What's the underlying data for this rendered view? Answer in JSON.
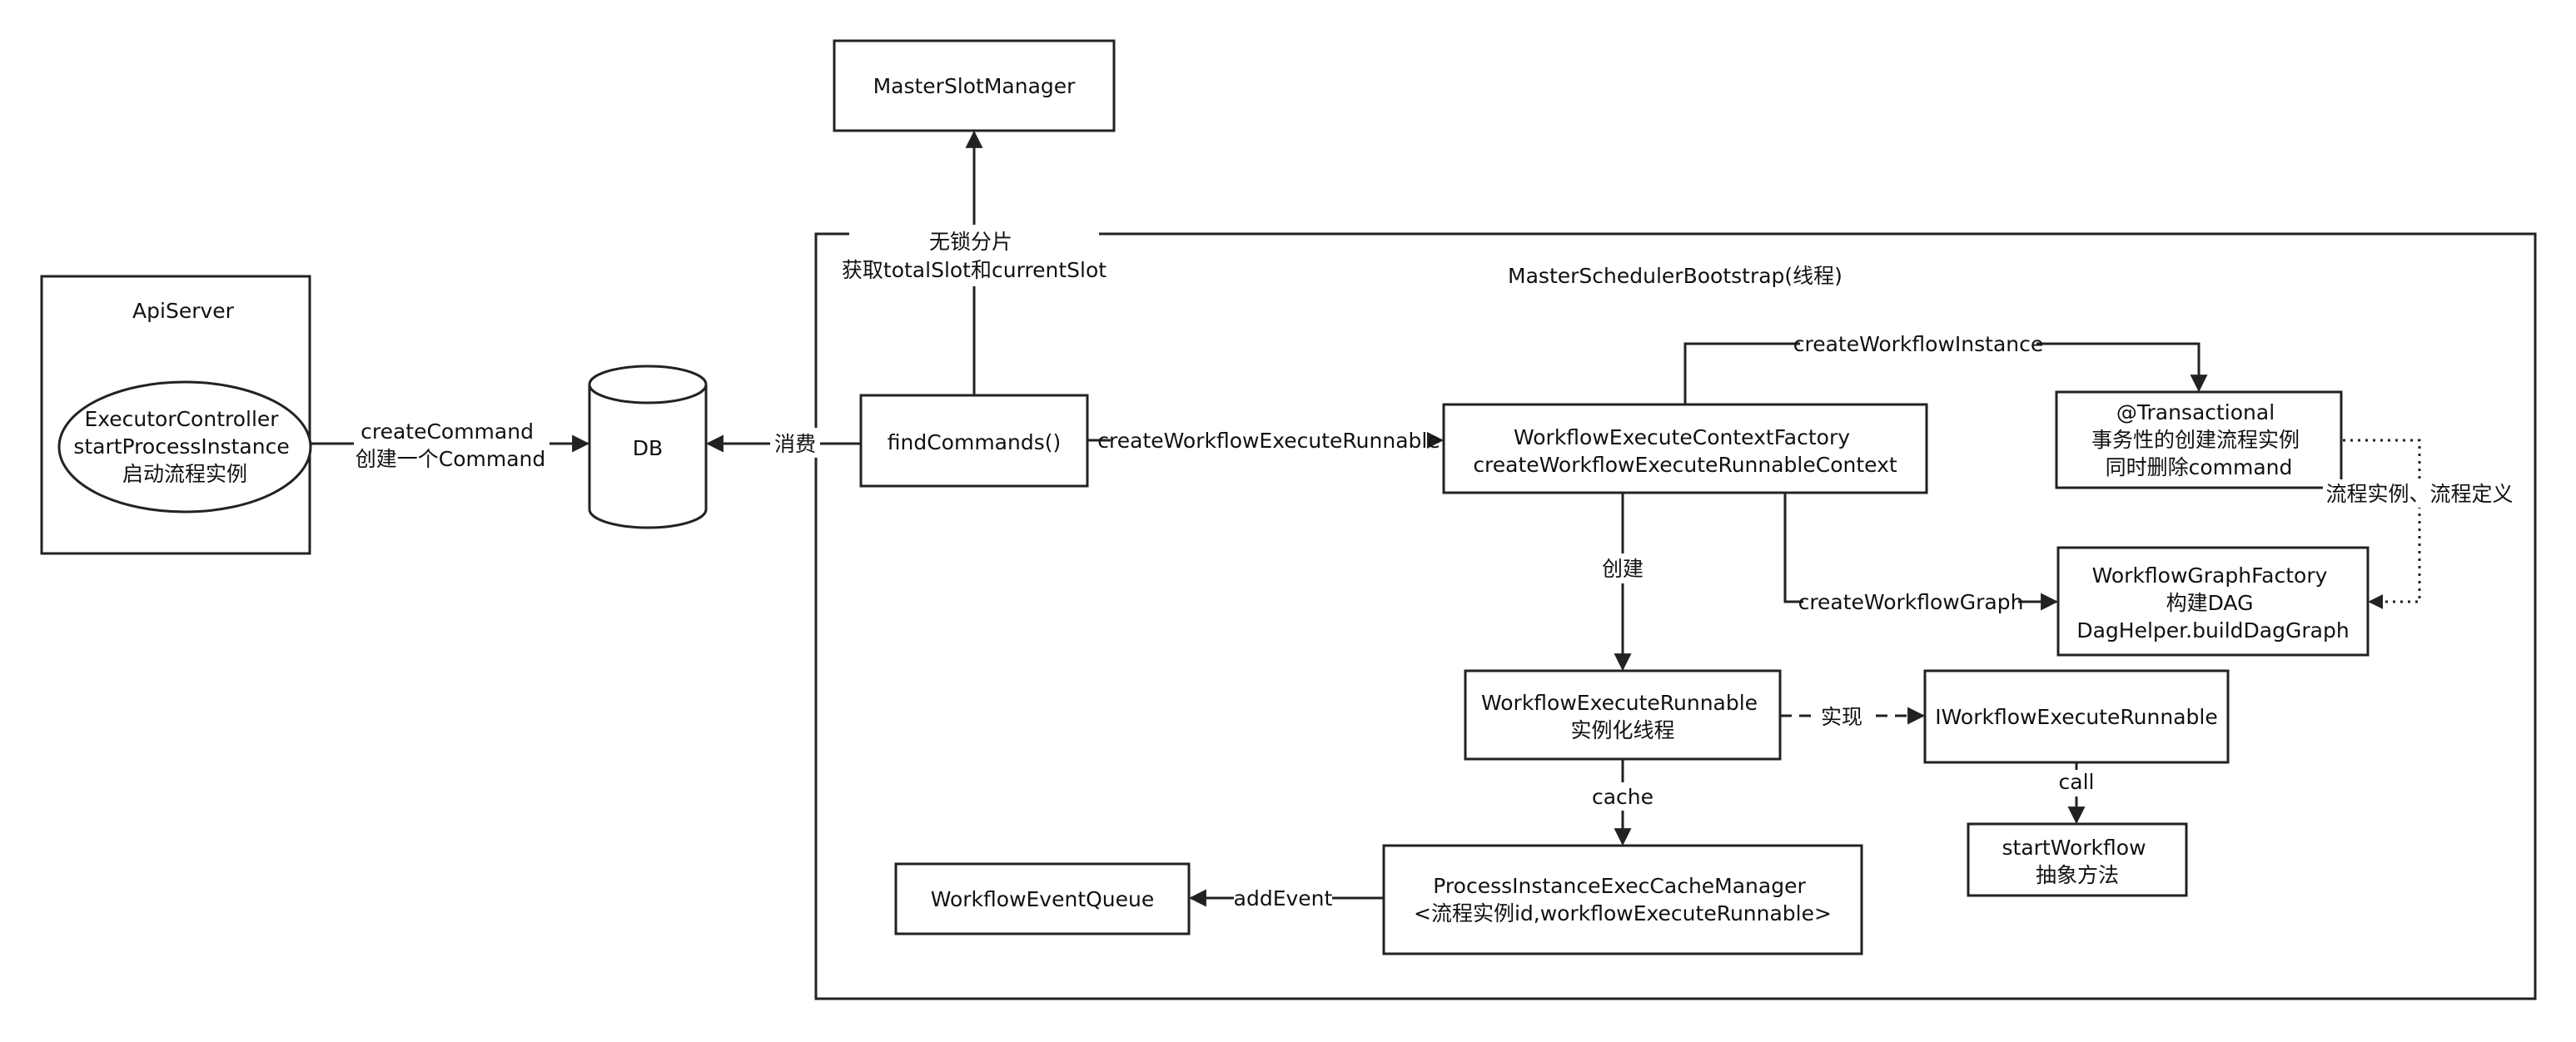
{
  "nodes": {
    "master_slot_manager": "MasterSlotManager",
    "api_server": "ApiServer",
    "executor_controller": [
      "ExecutorController",
      "startProcessInstance",
      "启动流程实例"
    ],
    "db": "DB",
    "master_scheduler_bootstrap": "MasterSchedulerBootstrap(线程)",
    "find_commands": "findCommands()",
    "context_factory": [
      "WorkflowExecuteContextFactory",
      "createWorkflowExecuteRunnableContext"
    ],
    "transactional": [
      "@Transactional",
      "事务性的创建流程实例",
      "同时删除command"
    ],
    "graph_factory": [
      "WorkflowGraphFactory",
      "构建DAG",
      "DagHelper.buildDagGraph"
    ],
    "execute_runnable": [
      "WorkflowExecuteRunnable",
      "实例化线程"
    ],
    "iworkflow_runnable": "IWorkflowExecuteRunnable",
    "start_workflow": [
      "startWorkflow",
      "抽象方法"
    ],
    "cache_manager": [
      "ProcessInstanceExecCacheManager",
      "<流程实例id,workflowExecuteRunnable>"
    ],
    "event_queue": "WorkflowEventQueue"
  },
  "edges": {
    "slot": [
      "无锁分片",
      "获取totalSlot和currentSlot"
    ],
    "create_command": [
      "createCommand",
      "创建一个Command"
    ],
    "consume": "消费",
    "create_runnable": "createWorkflowExecuteRunnable",
    "create_instance": "createWorkflowInstance",
    "create": "创建",
    "create_graph": "createWorkflowGraph",
    "instance_def": "流程实例、流程定义",
    "implement": "实现",
    "call": "call",
    "cache": "cache",
    "add_event": "addEvent"
  }
}
